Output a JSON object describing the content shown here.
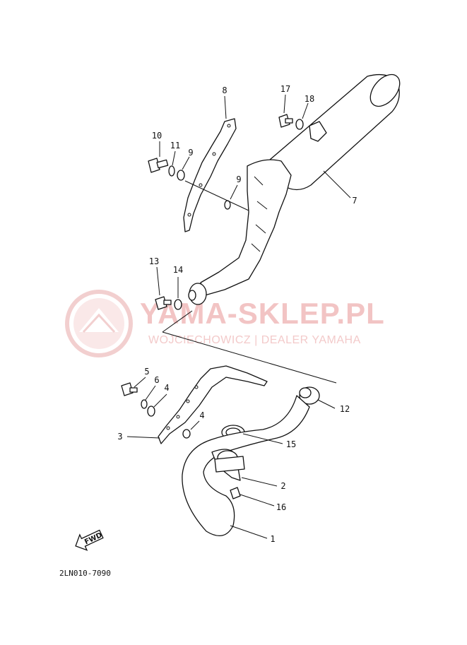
{
  "diagram": {
    "code": "2LN010-7090",
    "fwd_label": "FWD",
    "watermark": {
      "title": "YAMA-SKLEP.PL",
      "subtitle": "WOJCIECHOWICZ | DEALER YAMAHA",
      "color": "#f0c0c0"
    },
    "parts": [
      {
        "number": "1"
      },
      {
        "number": "2"
      },
      {
        "number": "3"
      },
      {
        "number": "4"
      },
      {
        "number": "4"
      },
      {
        "number": "5"
      },
      {
        "number": "6"
      },
      {
        "number": "7"
      },
      {
        "number": "8"
      },
      {
        "number": "9"
      },
      {
        "number": "9"
      },
      {
        "number": "10"
      },
      {
        "number": "11"
      },
      {
        "number": "12"
      },
      {
        "number": "13"
      },
      {
        "number": "14"
      },
      {
        "number": "15"
      },
      {
        "number": "16"
      },
      {
        "number": "17"
      },
      {
        "number": "18"
      }
    ]
  }
}
